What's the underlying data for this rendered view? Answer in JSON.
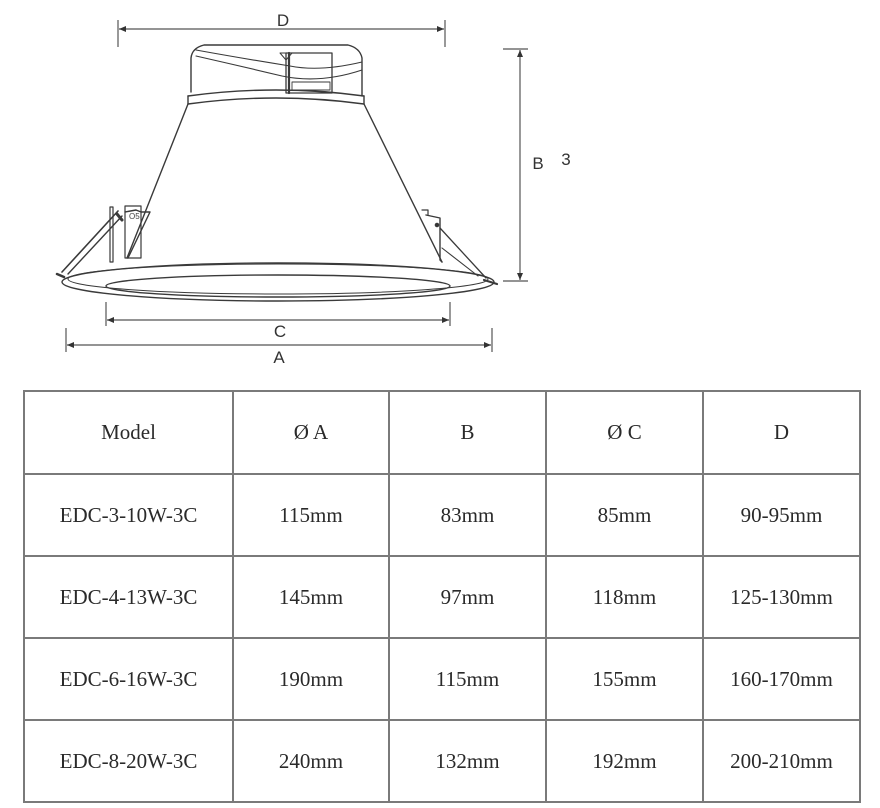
{
  "drawing": {
    "title": "Downlight dimension drawing",
    "labels": {
      "D": "D",
      "B": "B",
      "B_artifact": "3",
      "C": "C",
      "A": "A"
    }
  },
  "table": {
    "headers": [
      "Model",
      "Ø A",
      "B",
      "Ø C",
      "D"
    ],
    "rows": [
      [
        "EDC-3-10W-3C",
        "115mm",
        "83mm",
        "85mm",
        "90-95mm"
      ],
      [
        "EDC-4-13W-3C",
        "145mm",
        "97mm",
        "118mm",
        "125-130mm"
      ],
      [
        "EDC-6-16W-3C",
        "190mm",
        "115mm",
        "155mm",
        "160-170mm"
      ],
      [
        "EDC-8-20W-3C",
        "240mm",
        "132mm",
        "192mm",
        "200-210mm"
      ]
    ]
  }
}
